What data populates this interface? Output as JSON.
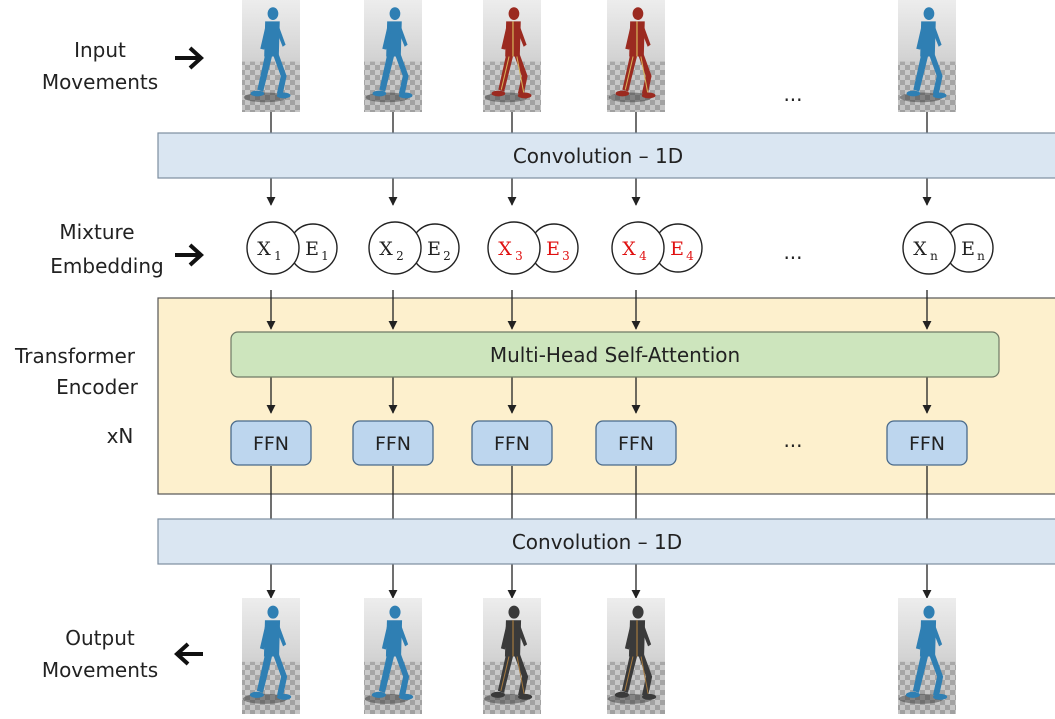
{
  "labels": {
    "input_line1": "Input",
    "input_line2": "Movements",
    "mixture_line1": "Mixture",
    "mixture_line2": "Embedding",
    "transformer_line1": "Transformer",
    "transformer_line2": "Encoder",
    "repeat": "xN",
    "output_line1": "Output",
    "output_line2": "Movements"
  },
  "conv_top": "Convolution – 1D",
  "conv_bottom": "Convolution – 1D",
  "attention": "Multi-Head Self-Attention",
  "ellipsis": "...",
  "embeddings": [
    {
      "x": "X",
      "x_sub": "1",
      "e": "E",
      "e_sub": "1",
      "highlight": false
    },
    {
      "x": "X",
      "x_sub": "2",
      "e": "E",
      "e_sub": "2",
      "highlight": false
    },
    {
      "x": "X",
      "x_sub": "3",
      "e": "E",
      "e_sub": "3",
      "highlight": true
    },
    {
      "x": "X",
      "x_sub": "4",
      "e": "E",
      "e_sub": "4",
      "highlight": true
    },
    {
      "x": "X",
      "x_sub": "n",
      "e": "E",
      "e_sub": "n",
      "highlight": false
    }
  ],
  "ffn": [
    "FFN",
    "FFN",
    "FFN",
    "FFN",
    "FFN"
  ],
  "input_figures": [
    "blue",
    "blue",
    "red",
    "red",
    "blue"
  ],
  "output_figures": [
    "blue",
    "blue",
    "dark",
    "dark",
    "blue"
  ],
  "colors": {
    "conv_fill": "#dae6f2",
    "conv_stroke": "#7d8ea0",
    "encoder_fill": "#fdf0cd",
    "encoder_stroke": "#555555",
    "attention_fill": "#cde5bd",
    "attention_stroke": "#6f7a66",
    "ffn_fill": "#bdd6ee",
    "ffn_stroke": "#4a6a8a",
    "highlight_text": "#e01010",
    "blue_figure": "#2f7fb3",
    "red_figure": "#9b2a20",
    "dark_figure": "#3a3a3a"
  }
}
